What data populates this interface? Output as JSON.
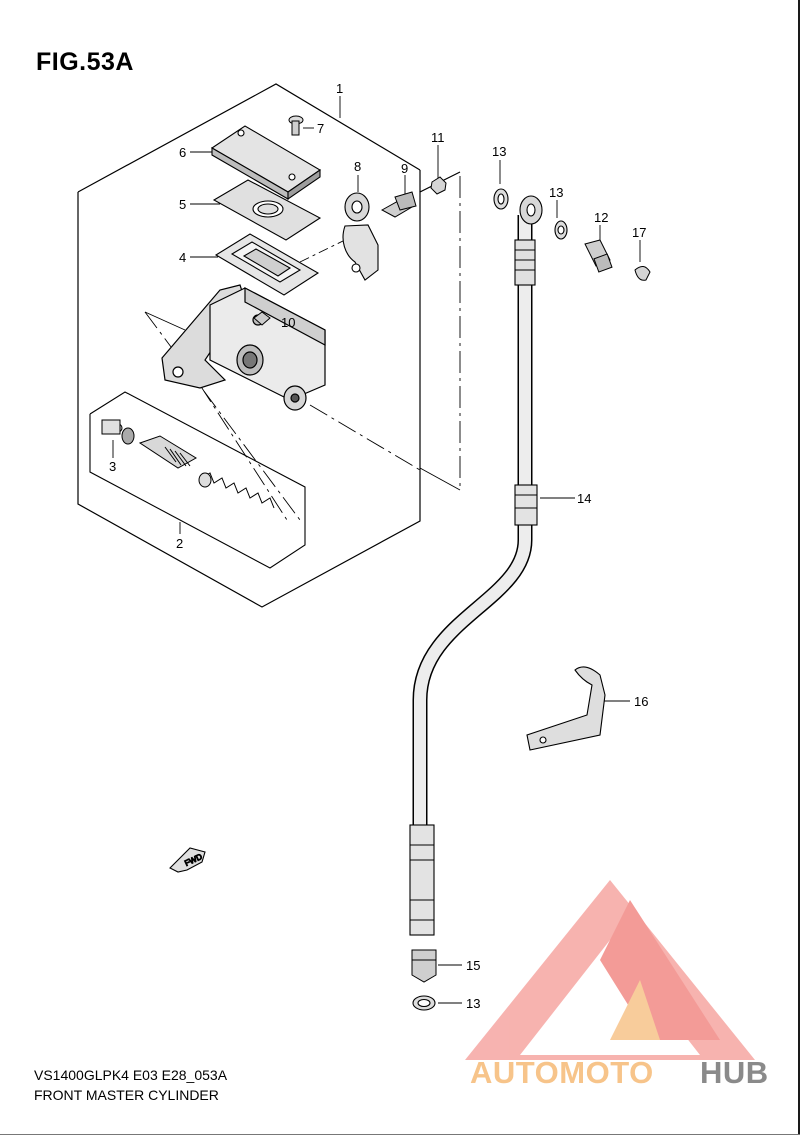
{
  "figure": {
    "title": "FIG.53A",
    "model_code": "VS1400GLPK4 E03 E28_053A",
    "name": "FRONT MASTER CYLINDER"
  },
  "callouts": [
    "1",
    "2",
    "3",
    "4",
    "5",
    "6",
    "7",
    "8",
    "9",
    "10",
    "11",
    "12",
    "13",
    "13",
    "13",
    "14",
    "15",
    "16",
    "17"
  ],
  "fwd_arrow": "FWD",
  "watermark": {
    "part1": "AUTOMOTO",
    "part2": "HUB",
    "color_primary": "#f28a86",
    "color_secondary": "#f7c48a",
    "color_dark": "#8a8a8a"
  }
}
